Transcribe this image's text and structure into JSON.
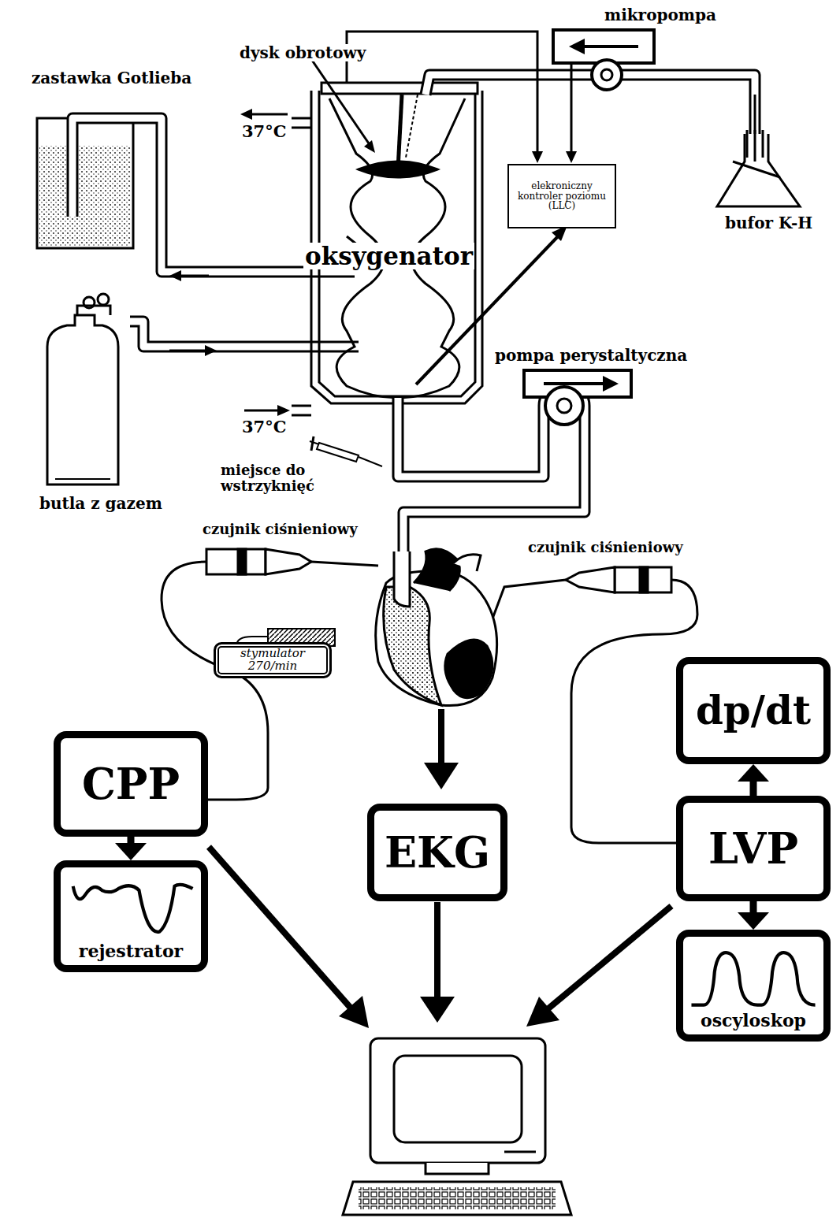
{
  "diagram": {
    "nodes": [
      {
        "text": [
          "elekroniczny kontroler poziomu (LLC)"
        ]
      },
      {
        "text": [
          "stymulator 270/min"
        ]
      },
      {
        "text": [
          "CPP"
        ]
      },
      {
        "text": [
          "rejestrator"
        ]
      },
      {
        "text": [
          "EKG"
        ]
      },
      {
        "text": [
          "dp/dt"
        ]
      },
      {
        "text": [
          "LVP"
        ]
      },
      {
        "text": [
          "oscyloskop"
        ]
      }
    ],
    "edges": [
      {
        "from": 2,
        "to": 3,
        "arrow": "to"
      },
      {
        "from": 6,
        "to": 5,
        "arrow": "to"
      },
      {
        "from": 6,
        "to": 7,
        "arrow": "to"
      }
    ],
    "labels": [
      "mikropompa",
      "zastawka Gotlieba",
      "dysk obrotowy",
      "37°C",
      "bufor K-H",
      "oksygenator",
      "pompa perystaltyczna",
      "37°C",
      "miejsce do wstrzyknięć",
      "butla z gazem",
      "czujnik ciśnieniowy",
      "czujnik ciśnieniowy"
    ]
  }
}
